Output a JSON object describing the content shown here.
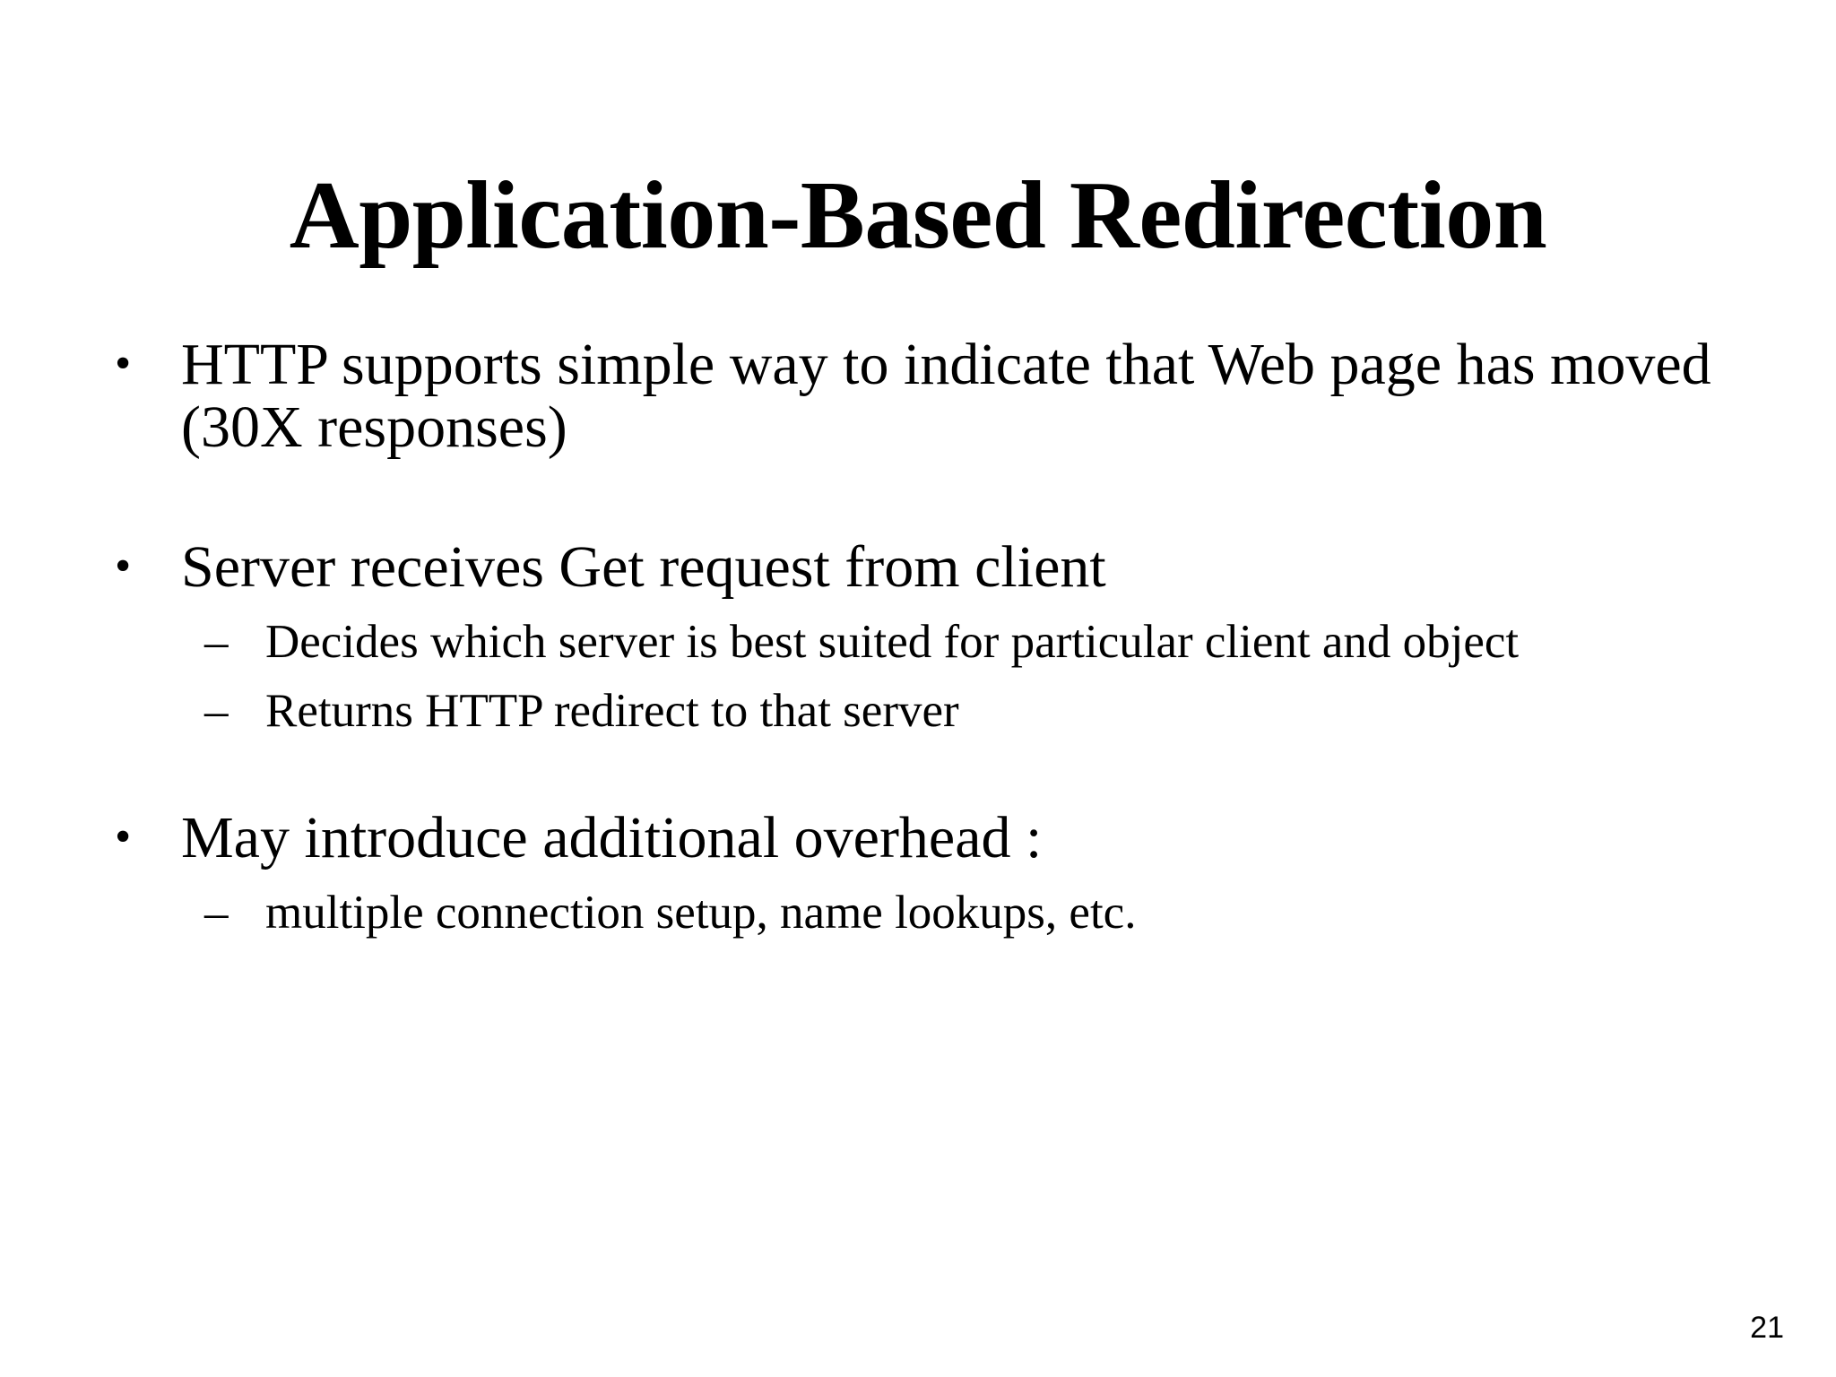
{
  "slide": {
    "title": "Application-Based Redirection",
    "page_number": "21",
    "background_color": "#ffffff",
    "text_color": "#000000",
    "bullet_marker_level1": "•",
    "bullet_marker_level2": "–",
    "content": [
      {
        "level": 1,
        "text": "HTTP supports simple way to indicate that Web page has moved (30X responses)"
      },
      {
        "level": 1,
        "text": "Server receives Get request from client"
      },
      {
        "level": 2,
        "text": "Decides which server is best suited for particular client and object"
      },
      {
        "level": 2,
        "text": "Returns HTTP redirect to that server"
      },
      {
        "level": 1,
        "text": "May introduce additional overhead :"
      },
      {
        "level": 2,
        "text": "multiple connection setup, name lookups, etc."
      }
    ]
  }
}
